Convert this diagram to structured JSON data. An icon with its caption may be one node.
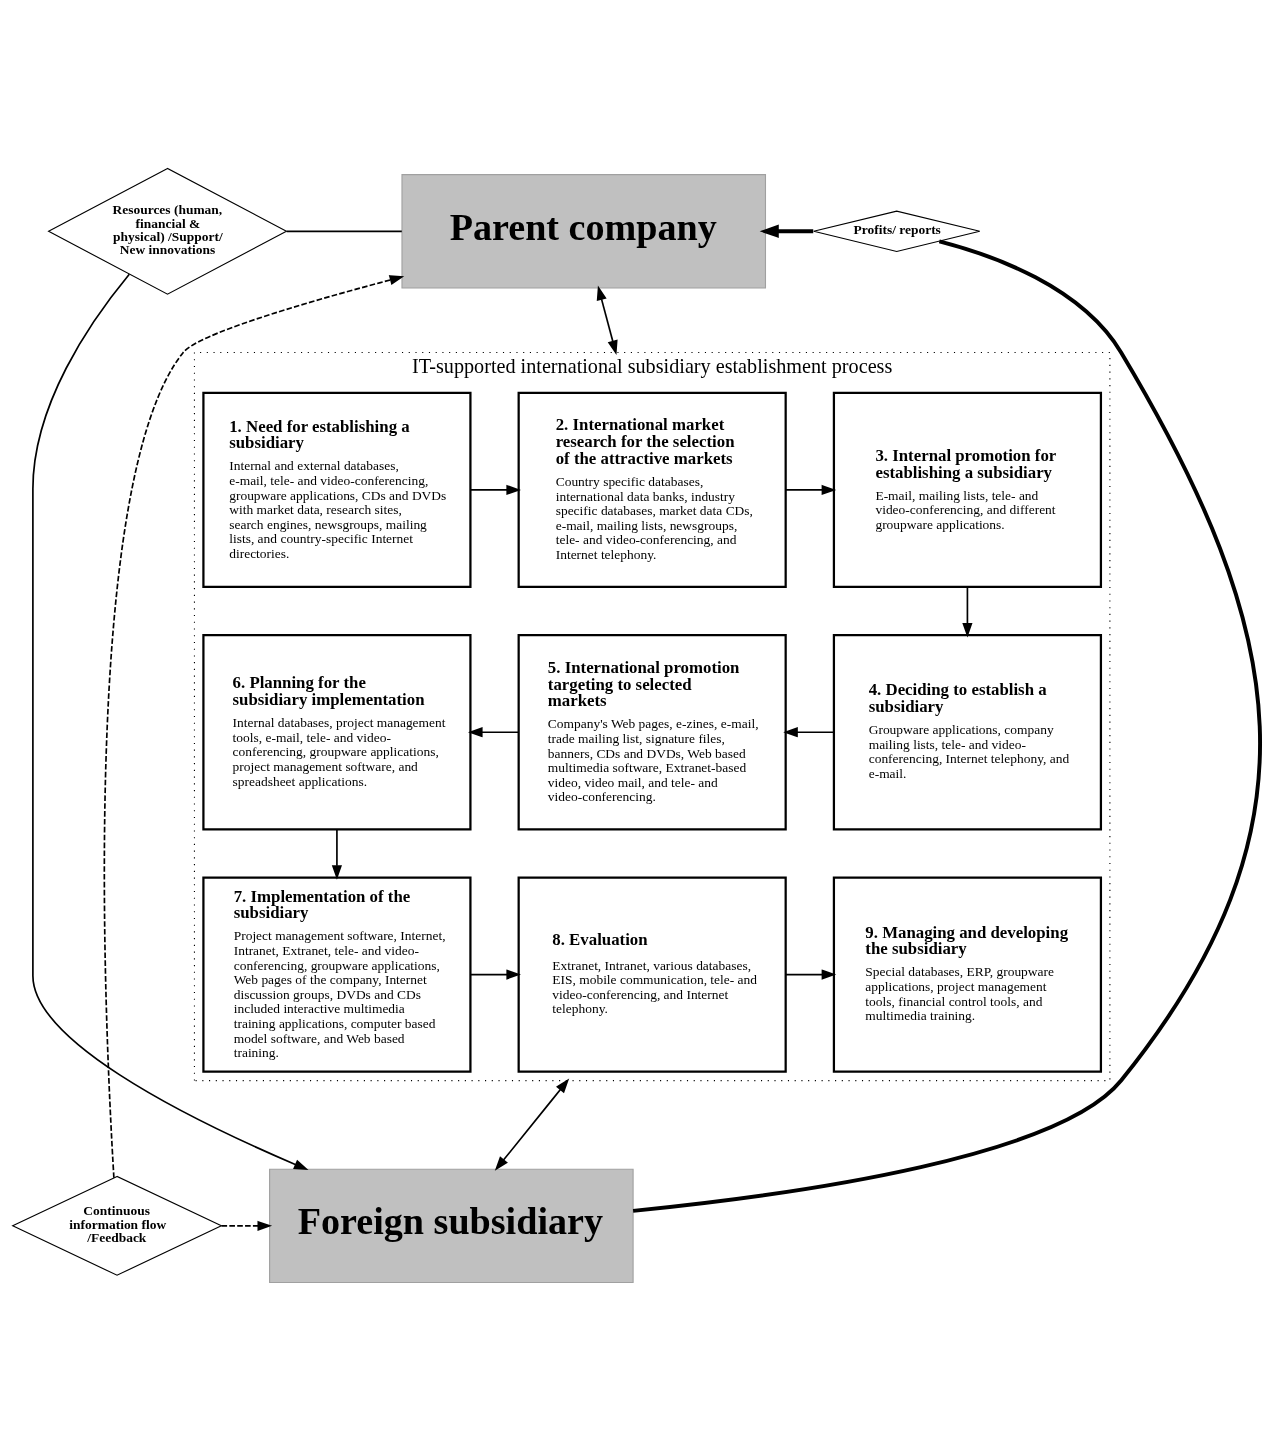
{
  "diagram": {
    "nodes": [
      {
        "text": [
          "Parent company"
        ]
      },
      {
        "text": [
          "Resources (human, financial & physical) /Support/ New innovations"
        ]
      },
      {
        "text": [
          "Profits/ reports"
        ]
      },
      {
        "text": [
          "IT-supported international subsidiary establishment process"
        ]
      },
      {
        "text": [
          "1. Need for establishing a subsidiary",
          "Internal and external databases, e-mail, tele- and video-conferencing, groupware applications, CDs and DVDs with market data, research sites, search engines, newsgroups, mailing lists, and country-specific Internet directories."
        ],
        "in": 3
      },
      {
        "text": [
          "2. International market research for the selection of the attractive markets",
          "Country specific databases, international data banks, industry specific databases, market data CDs, e-mail, mailing lists, newsgroups, tele- and video-conferencing, and Internet telephony."
        ],
        "in": 3
      },
      {
        "text": [
          "3. Internal promotion for establishing a subsidiary",
          "E-mail, mailing lists, tele- and video-conferencing, and different groupware applications."
        ],
        "in": 3
      },
      {
        "text": [
          "4. Deciding to establish a subsidiary",
          "Groupware applications, company mailing lists, tele- and video- conferencing, Internet telephony, and e-mail."
        ],
        "in": 3
      },
      {
        "text": [
          "5. International promotion targeting to selected markets",
          "Company's Web pages, e-zines, e-mail, trade mailing list, signature files, banners, CDs and DVDs, Web based multimedia software, Extranet-based video, video mail, and tele- and video-conferencing."
        ],
        "in": 3
      },
      {
        "text": [
          "6. Planning for the subsidiary implementation",
          "Internal databases, project management tools, e-mail, tele- and video-conferencing, groupware applications, project management software, and spreadsheet applications."
        ],
        "in": 3
      },
      {
        "text": [
          "7. Implementation of the subsidiary",
          "Project management software, Internet, Intranet, Extranet, tele- and video-conferencing, groupware applications, Web pages of the company, Internet discussion groups, DVDs and CDs included interactive multimedia training applications, computer based model software, and Web based training."
        ],
        "in": 3
      },
      {
        "text": [
          "8. Evaluation",
          "Extranet, Intranet, various databases, EIS, mobile communication, tele- and video-conferencing, and Internet telephony."
        ],
        "in": 3
      },
      {
        "text": [
          "9. Managing and developing the subsidiary",
          "Special databases, ERP, groupware applications, project management tools, financial control tools, and multimedia training."
        ],
        "in": 3
      },
      {
        "text": [
          "Foreign subsidiary"
        ]
      },
      {
        "text": [
          "Continuous information flow /Feedback"
        ]
      }
    ],
    "edges": [
      {
        "from": 0,
        "to": 3,
        "arrow": "both"
      },
      {
        "from": 3,
        "to": 13,
        "arrow": "both"
      },
      {
        "from": 4,
        "to": 5,
        "arrow": "to"
      },
      {
        "from": 5,
        "to": 6,
        "arrow": "to"
      },
      {
        "from": 6,
        "to": 7,
        "arrow": "to"
      },
      {
        "from": 7,
        "to": 8,
        "arrow": "to"
      },
      {
        "from": 8,
        "to": 9,
        "arrow": "to"
      },
      {
        "from": 9,
        "to": 10,
        "arrow": "to"
      },
      {
        "from": 10,
        "to": 11,
        "arrow": "to"
      },
      {
        "from": 11,
        "to": 12,
        "arrow": "to"
      },
      {
        "from": 0,
        "to": 1,
        "arrow": "none"
      },
      {
        "from": 1,
        "to": 13,
        "arrow": "to"
      },
      {
        "from": 13,
        "to": 2,
        "arrow": "none",
        "style": "thick"
      },
      {
        "from": 2,
        "to": 0,
        "arrow": "to",
        "style": "thick"
      },
      {
        "from": 14,
        "to": 0,
        "arrow": "to",
        "style": "dashed"
      },
      {
        "from": 14,
        "to": 13,
        "arrow": "to",
        "style": "dashed"
      }
    ]
  }
}
